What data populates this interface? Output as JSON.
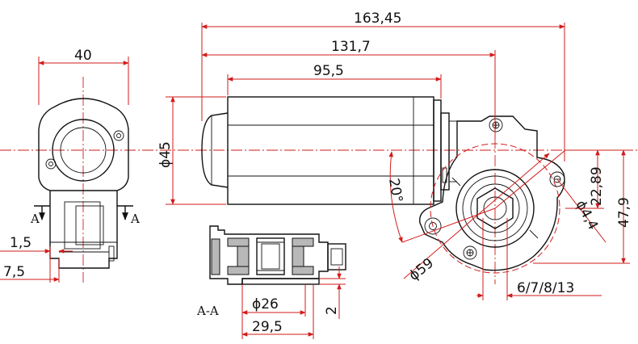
{
  "dimensions": {
    "overall_length": "163,45",
    "motor_to_gear_length": "131,7",
    "motor_body_length": "95,5",
    "side_width": "40",
    "motor_diameter": "ϕ45",
    "gear_diameter": "ϕ59",
    "mount_angle": "20°",
    "hole_spacing": "22,89",
    "height": "47,9",
    "hole_diameter": "ϕ4,4",
    "shaft_sizes": "6/7/8/13",
    "offset_small": "1,5",
    "offset_large": "7,5",
    "section_inner_diameter": "ϕ26",
    "section_outer_width": "29,5",
    "section_thickness": "2"
  },
  "section": {
    "title": "A-A",
    "arrow_left": "A",
    "arrow_right": "A"
  },
  "colors": {
    "dimension_line": "#d21b1b",
    "outline": "#111111",
    "section_hatch": "#b8b8b8"
  }
}
